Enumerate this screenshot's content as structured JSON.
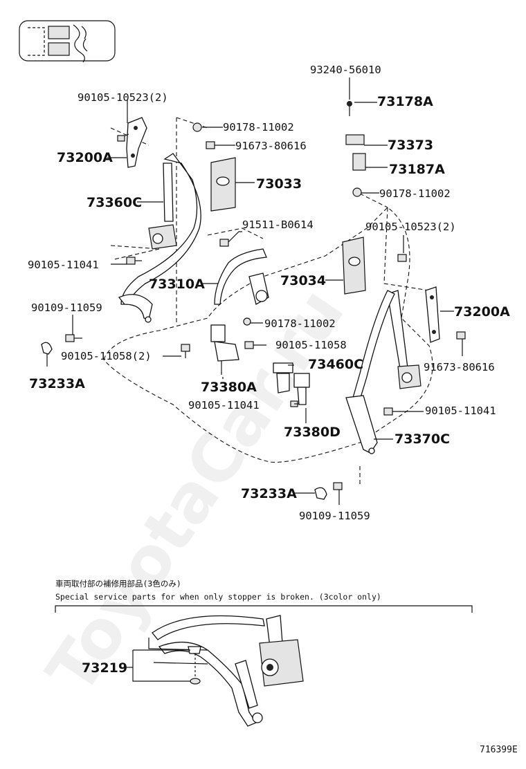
{
  "watermark": "ToyotaCar.ru",
  "diagram_id": "716399E",
  "labels": {
    "p93240_56010": "93240-56010",
    "p73178A": "73178A",
    "p73373": "73373",
    "p73187A": "73187A",
    "p90178_11002_a": "90178-11002",
    "p91673_80616_a": "91673-80616",
    "p73033": "73033",
    "p90105_10523_2_left": "90105-10523(2)",
    "p73200A_left": "73200A",
    "p73360C": "73360C",
    "p91511_B0614": "91511-B0614",
    "p90178_11002_b": "90178-11002",
    "p90105_10523_2_right": "90105-10523(2)",
    "p90105_11041_a": "90105-11041",
    "p73310A": "73310A",
    "p73034": "73034",
    "p73200A_right": "73200A",
    "p90109_11059_a": "90109-11059",
    "p90178_11002_c": "90178-11002",
    "p90105_11058": "90105-11058",
    "p90105_11058_2": "90105-11058(2)",
    "p73460C": "73460C",
    "p91673_80616_b": "91673-80616",
    "p73233A_a": "73233A",
    "p73380A": "73380A",
    "p90105_11041_b": "90105-11041",
    "p90105_11041_c": "90105-11041",
    "p73380D": "73380D",
    "p73370C": "73370C",
    "p73233A_b": "73233A",
    "p90109_11059_b": "90109-11059",
    "p73219": "73219"
  },
  "notes": {
    "jp": "車両取付部の補修用部品(3色のみ)",
    "en": "Special service parts for when only stopper is broken. (3color only)"
  }
}
